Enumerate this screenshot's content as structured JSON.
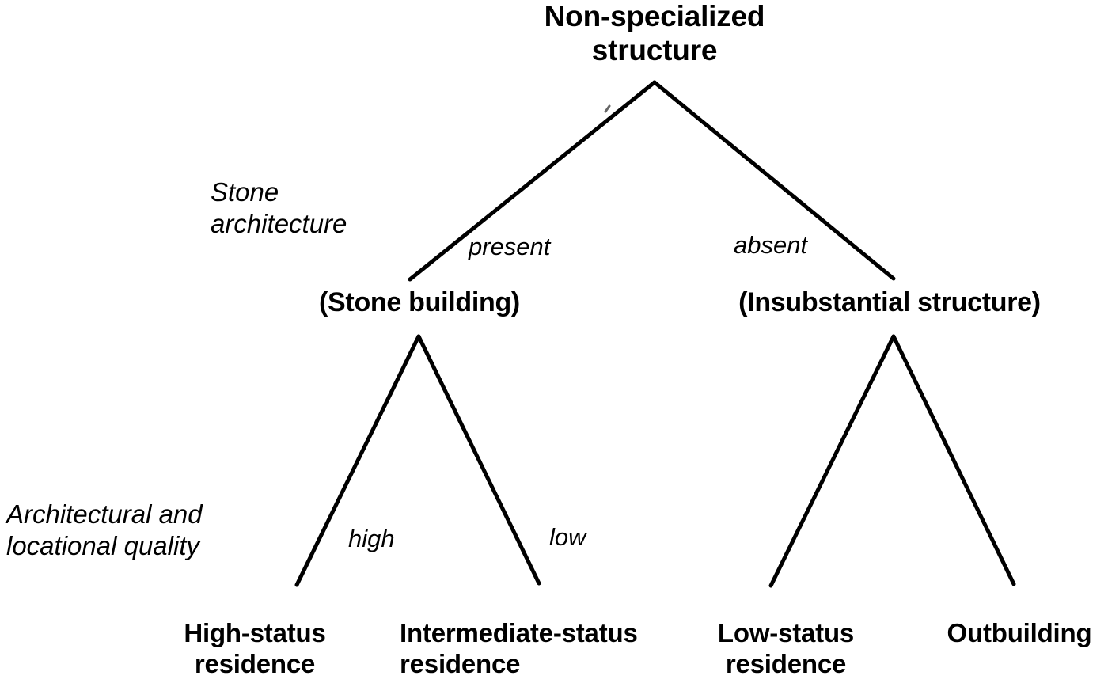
{
  "diagram": {
    "title": "Non-specialized structure classification tree",
    "background_color": "#ffffff",
    "line_color": "#000000",
    "text_color": "#000000",
    "nodes": {
      "root": "Non-specialized\nstructure",
      "mid_left": "(Stone building)",
      "mid_right": "(Insubstantial structure)",
      "leaf_1": "High-status\nresidence",
      "leaf_2": "Intermediate-status\nresidence",
      "leaf_3": "Low-status\nresidence",
      "leaf_4": "Outbuilding"
    },
    "edge_labels": {
      "present": "present",
      "absent": "absent",
      "high": "high",
      "low": "low"
    },
    "criteria": {
      "level_1": "Stone\narchitecture",
      "level_2": "Architectural and\nlocational quality"
    }
  }
}
